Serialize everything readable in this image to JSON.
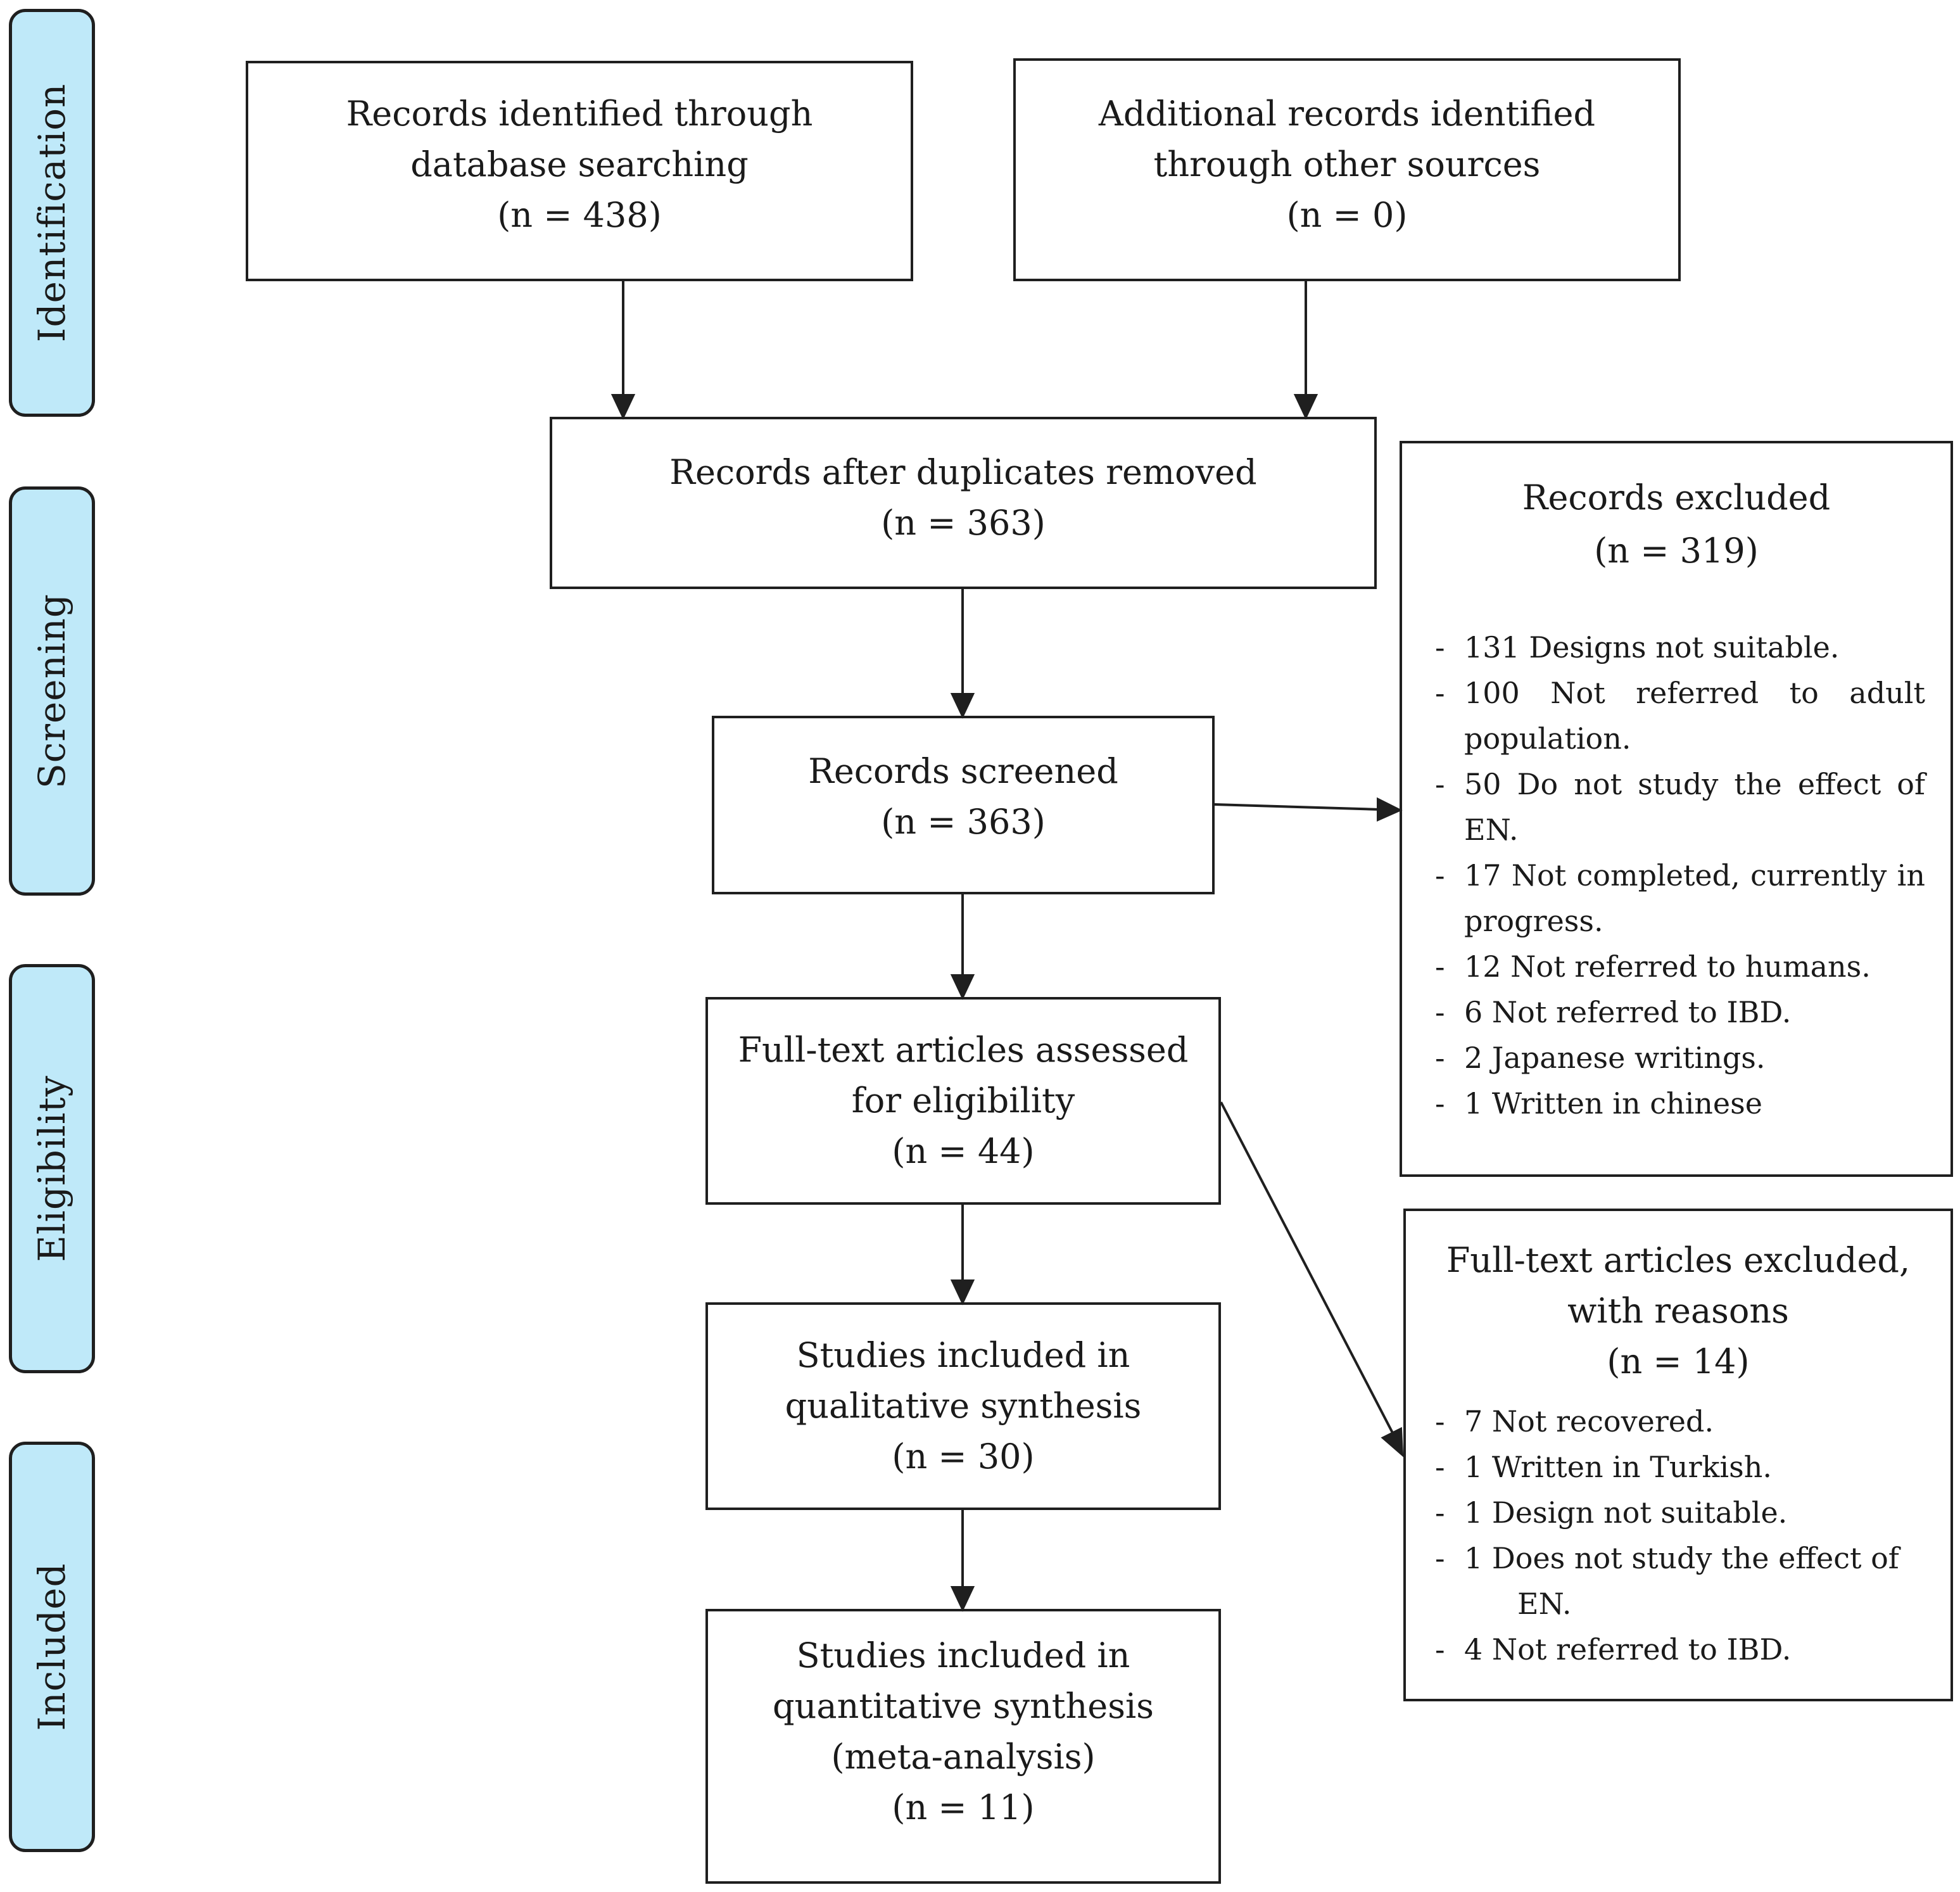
{
  "stages": {
    "identification": "Identification",
    "screening": "Screening",
    "eligibility": "Eligibility",
    "included": "Included"
  },
  "boxes": {
    "db_search": {
      "line1": "Records identified through",
      "line2": "database searching",
      "count": "(n = 438)"
    },
    "other_sources": {
      "line1": "Additional records identified",
      "line2": "through other sources",
      "count": "(n = 0)"
    },
    "after_duplicates": {
      "line1": "Records after duplicates removed",
      "count": "(n = 363)"
    },
    "screened": {
      "line1": "Records screened",
      "count": "(n = 363)"
    },
    "fulltext_assessed": {
      "line1": "Full-text articles assessed",
      "line2": "for eligibility",
      "count": "(n = 44)"
    },
    "qualitative": {
      "line1": "Studies included in",
      "line2": "qualitative synthesis",
      "count": "(n = 30)"
    },
    "quantitative": {
      "line1": "Studies included in",
      "line2": "quantitative synthesis",
      "line3": "(meta-analysis)",
      "count": "(n = 11)"
    }
  },
  "records_excluded": {
    "title": "Records excluded",
    "count": "(n = 319)",
    "items": [
      "131 Designs not suitable.",
      "100 Not referred to adult",
      "population.",
      "50 Do not study the effect of",
      "EN.",
      "17 Not completed, currently in",
      "progress.",
      "12 Not referred to humans.",
      "6 Not referred to IBD.",
      "2 Japanese writings.",
      "1 Written in chinese"
    ]
  },
  "fulltext_excluded": {
    "title_line1": "Full-text articles excluded,",
    "title_line2": "with reasons",
    "count": "(n = 14)",
    "items": [
      "7 Not recovered.",
      "1 Written in Turkish.",
      "1 Design not suitable.",
      "1 Does not study the effect of",
      "EN.",
      "4 Not referred to IBD."
    ]
  },
  "bullet": "-"
}
